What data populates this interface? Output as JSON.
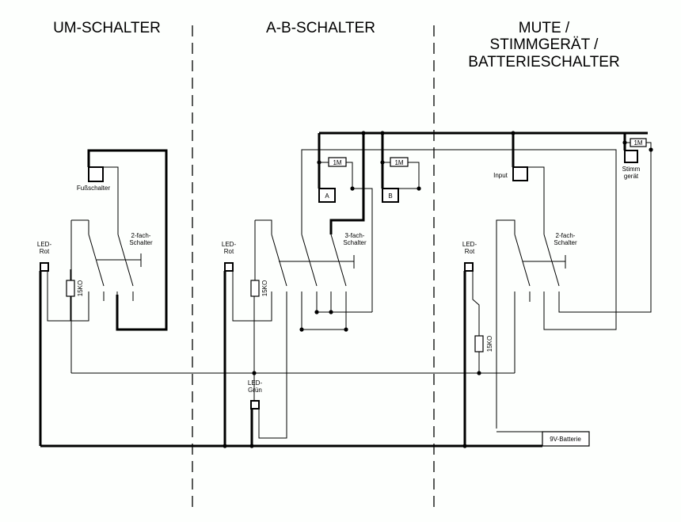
{
  "sections": {
    "um": {
      "title": "UM-SCHALTER"
    },
    "ab": {
      "title": "A-B-SCHALTER"
    },
    "mute": {
      "title_lines": [
        "MUTE /",
        "STIMMGERÄT /",
        "BATTERIESCHALTER"
      ]
    }
  },
  "labels": {
    "fussschalter": "Fußschalter",
    "two_fach_1": "2-fach-",
    "schalter": "Schalter",
    "led": "LED-",
    "rot": "Rot",
    "gruen": "Grün",
    "r15k": "15KO",
    "three_fach_1": "3-fach-",
    "r1m": "1M",
    "a": "A",
    "b": "B",
    "input": "Input",
    "stimm": "Stimm",
    "geraet": "gerät",
    "battery": "9V-Batterie"
  }
}
